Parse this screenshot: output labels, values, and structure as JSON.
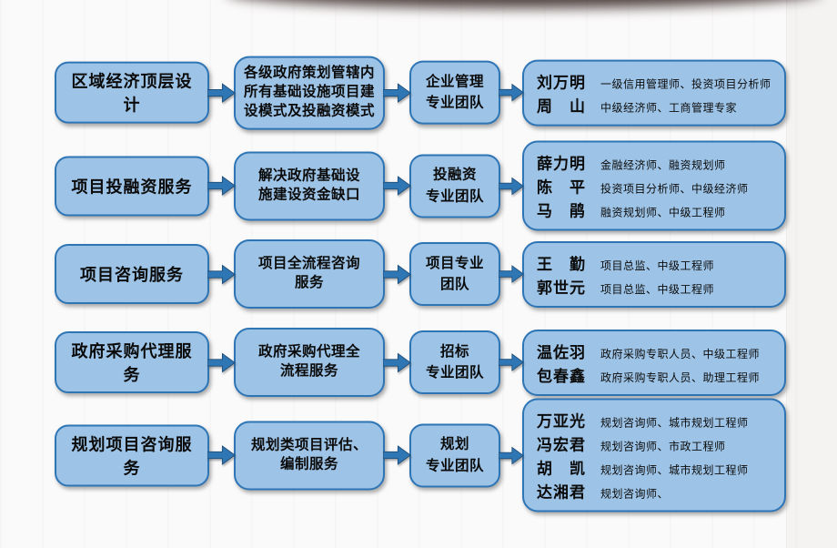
{
  "colors": {
    "box_fill": "#9dc3e6",
    "box_border": "#2e75b6",
    "arrow_fill": "#2f76b5",
    "arrow_border": "#1f4e79",
    "background": "#fbfafa"
  },
  "diagram": {
    "rows": [
      {
        "service": "区域经济顶层设计",
        "description": "各级政府策划管辖内\n所有基础设施项目建\n设模式及投融资模式",
        "team": "企业管理\n专业团队",
        "members": [
          {
            "name": "刘万明",
            "title": "一级信用管理师、投资项目分析师"
          },
          {
            "name": "周　山",
            "title": "中级经济师、工商管理专家"
          }
        ]
      },
      {
        "service": "项目投融资服务",
        "description": "解决政府基础设\n施建设资金缺口",
        "team": "投融资\n专业团队",
        "members": [
          {
            "name": "薛力明",
            "title": "金融经济师、融资规划师"
          },
          {
            "name": "陈　平",
            "title": "投资项目分析师、中级经济师"
          },
          {
            "name": "马　鹃",
            "title": "融资规划师、中级工程师"
          }
        ]
      },
      {
        "service": "项目咨询服务",
        "description": "项目全流程咨询\n服务",
        "team": "项目专业\n团队",
        "members": [
          {
            "name": "王　勤",
            "title": "项目总监、中级工程师"
          },
          {
            "name": "郭世元",
            "title": "项目总监、中级工程师"
          }
        ]
      },
      {
        "service": "政府采购代理服务",
        "description": "政府采购代理全\n流程服务",
        "team": "招标\n专业团队",
        "members": [
          {
            "name": "温佐羽",
            "title": "政府采购专职人员、中级工程师"
          },
          {
            "name": "包春鑫",
            "title": "政府采购专职人员、助理工程师"
          }
        ]
      },
      {
        "service": "规划项目咨询服务",
        "description": "规划类项目评估、\n编制服务",
        "team": "规划\n专业团队",
        "members": [
          {
            "name": "万亚光",
            "title": "规划咨询师、城市规划工程师"
          },
          {
            "name": "冯宏君",
            "title": "规划咨询师、市政工程师"
          },
          {
            "name": "胡　凯",
            "title": "规划咨询师、城市规划工程师"
          },
          {
            "name": "达湘君",
            "title": "规划咨询师、"
          }
        ]
      }
    ]
  }
}
